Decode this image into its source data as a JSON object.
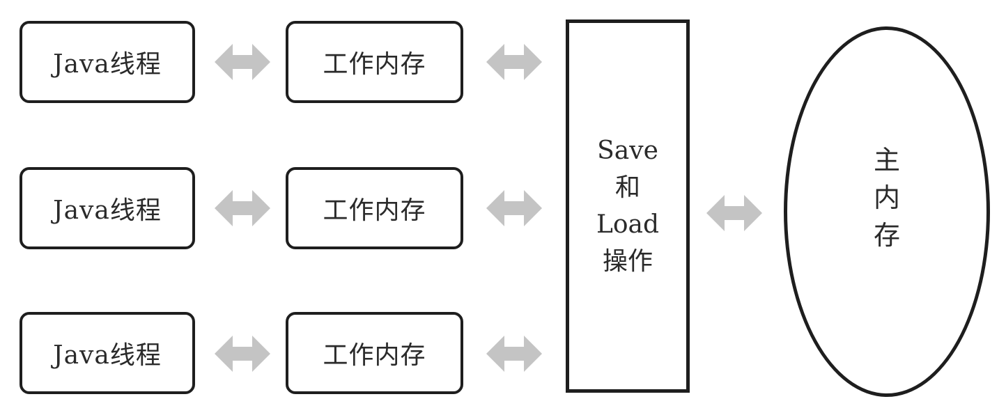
{
  "threads": [
    {
      "label": "Java线程"
    },
    {
      "label": "Java线程"
    },
    {
      "label": "Java线程"
    }
  ],
  "working_memory": [
    {
      "label": "工作内存"
    },
    {
      "label": "工作内存"
    },
    {
      "label": "工作内存"
    }
  ],
  "save_load": {
    "lines": [
      "Save",
      "和",
      "Load",
      "操作"
    ]
  },
  "main_memory": {
    "chars": [
      "主",
      "内",
      "存"
    ]
  },
  "colors": {
    "stroke": "#1e1e1e",
    "arrow": "#c4c4c4",
    "text": "#2a2a2a"
  }
}
